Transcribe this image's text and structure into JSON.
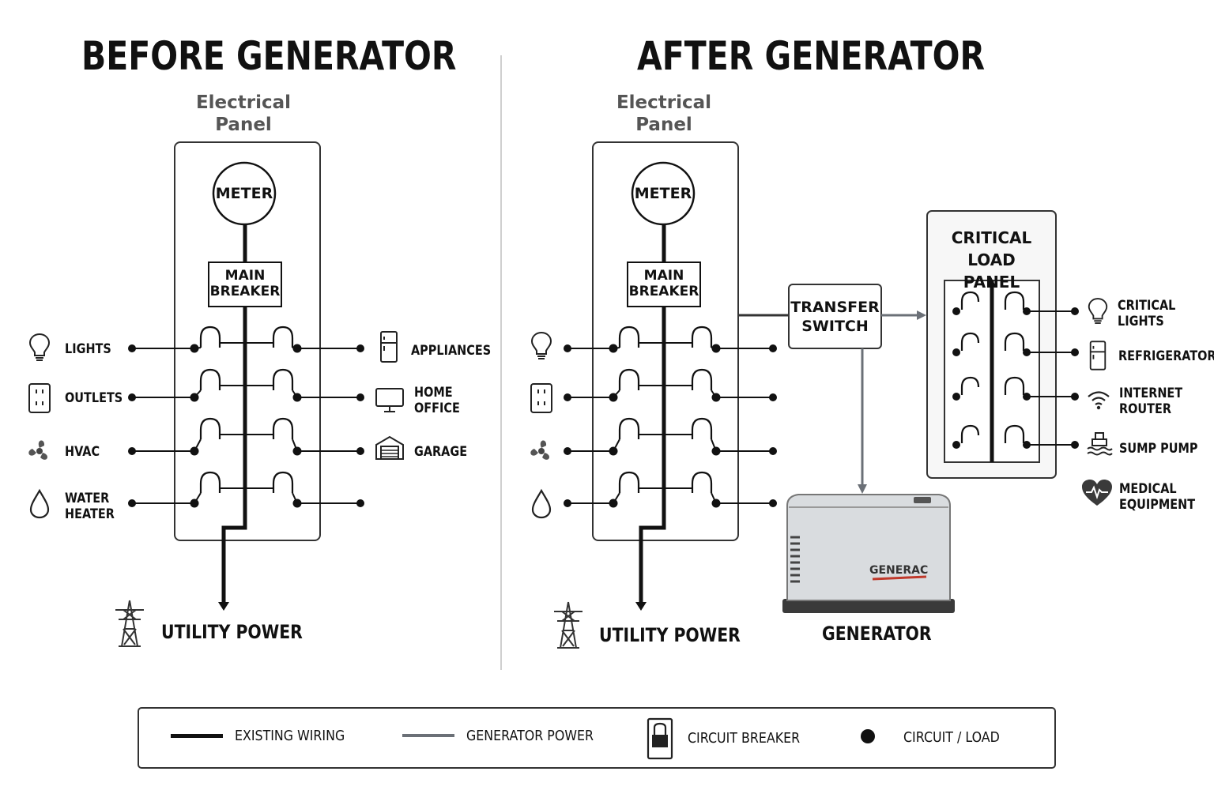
{
  "before": {
    "title": "BEFORE GENERATOR",
    "panel_title_line1": "Electrical",
    "panel_title_line2": "Panel",
    "meter": "METER",
    "main_breaker_line1": "MAIN",
    "main_breaker_line2": "BREAKER",
    "left_loads": [
      {
        "line1": "LIGHTS",
        "line2": "",
        "icon": "light-bulb-icon"
      },
      {
        "line1": "OUTLETS",
        "line2": "",
        "icon": "outlet-icon"
      },
      {
        "line1": "HVAC",
        "line2": "",
        "icon": "fan-icon"
      },
      {
        "line1": "WATER",
        "line2": "HEATER",
        "icon": "water-drop-icon"
      }
    ],
    "right_loads": [
      {
        "line1": "APPLIANCES",
        "line2": "",
        "icon": "refrigerator-icon"
      },
      {
        "line1": "HOME",
        "line2": "OFFICE",
        "icon": "computer-icon"
      },
      {
        "line1": "GARAGE",
        "line2": "",
        "icon": "garage-icon"
      }
    ],
    "utility": "UTILITY POWER"
  },
  "after": {
    "title": "AFTER GENERATOR",
    "panel_title_line1": "Electrical",
    "panel_title_line2": "Panel",
    "meter": "METER",
    "main_breaker_line1": "MAIN",
    "main_breaker_line2": "BREAKER",
    "transfer_line1": "TRANSFER",
    "transfer_line2": "SWITCH",
    "critical_panel_line1": "CRITICAL LOAD",
    "critical_panel_line2": "PANEL",
    "critical_loads": [
      {
        "line1": "CRITICAL",
        "line2": "LIGHTS",
        "icon": "light-bulb-icon"
      },
      {
        "line1": "REFRIGERATOR",
        "line2": "",
        "icon": "refrigerator-icon"
      },
      {
        "line1": "INTERNET",
        "line2": "ROUTER",
        "icon": "wifi-icon"
      },
      {
        "line1": "SUMP PUMP",
        "line2": "",
        "icon": "sump-pump-icon"
      },
      {
        "line1": "MEDICAL",
        "line2": "EQUIPMENT",
        "icon": "heart-icon"
      }
    ],
    "generator_brand": "GENERAC",
    "generator_label": "GENERATOR",
    "utility": "UTILITY POWER"
  },
  "legend": {
    "existing_wiring": "EXISTING WIRING",
    "generator_power": "GENERATOR POWER",
    "circuit_breaker": "CIRCUIT BREAKER",
    "circuit_load": "CIRCUIT / LOAD"
  },
  "colors": {
    "wire": "#111111",
    "generator_wire": "#6b7077",
    "panel_border": "#333333",
    "subtitle": "#555555",
    "generator_body": "#d9dcdf",
    "generator_base": "#3a3a3a",
    "generac_red": "#c0392b"
  }
}
